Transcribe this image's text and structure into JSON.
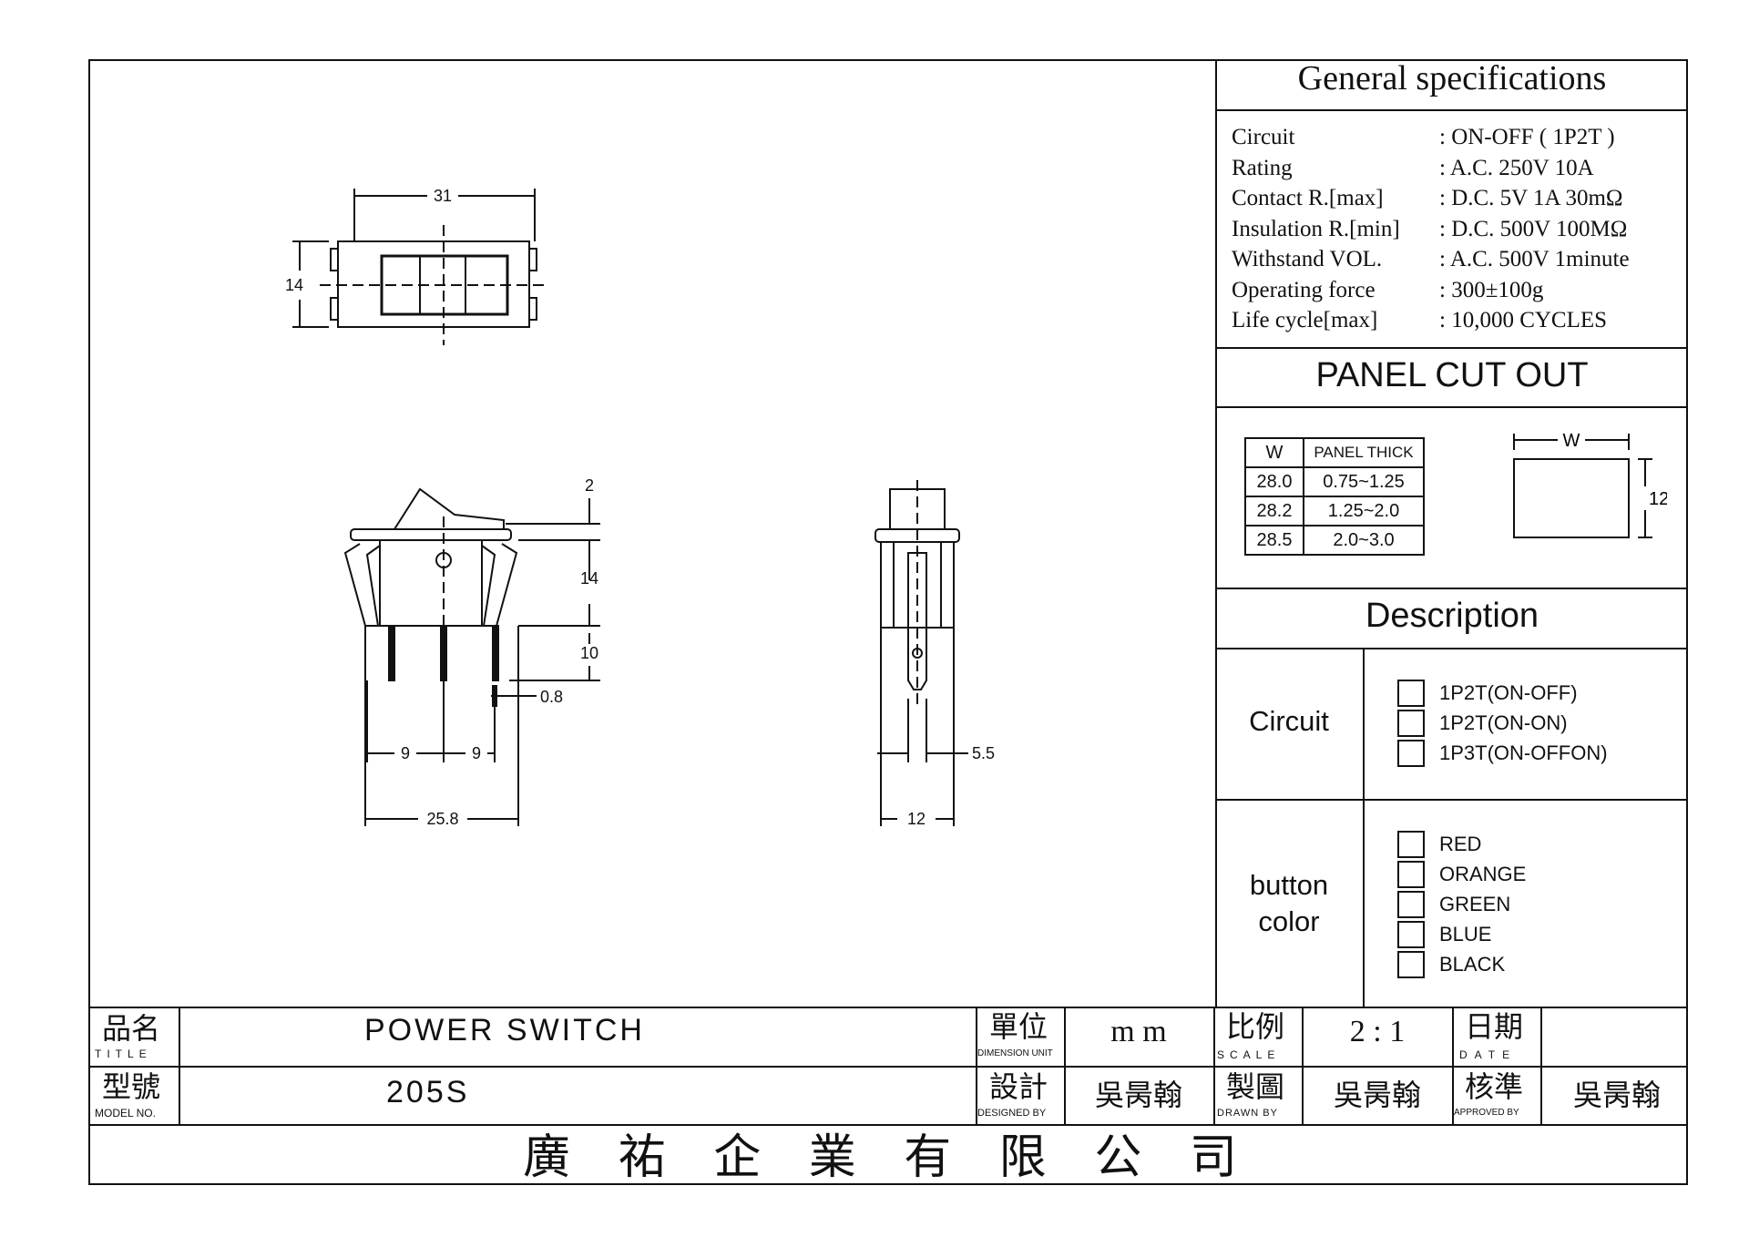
{
  "general_specs": {
    "title": "General specifications",
    "rows": [
      {
        "label": "Circuit",
        "value": ": ON-OFF ( 1P2T )"
      },
      {
        "label": "Rating",
        "value": ": A.C. 250V 10A"
      },
      {
        "label": "Contact R.[max]",
        "value": ": D.C. 5V 1A 30mΩ"
      },
      {
        "label": "Insulation R.[min]",
        "value": ": D.C. 500V 100MΩ"
      },
      {
        "label": "Withstand VOL.",
        "value": ": A.C. 500V 1minute"
      },
      {
        "label": "Operating force",
        "value": ": 300±100g"
      },
      {
        "label": "Life cycle[max]",
        "value": ": 10,000 CYCLES"
      }
    ]
  },
  "panel_cut_out": {
    "title": "PANEL CUT OUT",
    "headers": [
      "W",
      "PANEL THICK"
    ],
    "rows": [
      [
        "28.0",
        "0.75~1.25"
      ],
      [
        "28.2",
        "1.25~2.0"
      ],
      [
        "28.5",
        "2.0~3.0"
      ]
    ],
    "dim_w": "W",
    "dim_h": "12"
  },
  "description": {
    "title": "Description",
    "circuit_label": "Circuit",
    "circuit_options": [
      "1P2T(ON-OFF)",
      "1P2T(ON-ON)",
      "1P3T(ON-OFFON)"
    ],
    "color_label_1": "button",
    "color_label_2": "color",
    "color_options": [
      "RED",
      "ORANGE",
      "GREEN",
      "BLUE",
      "BLACK"
    ]
  },
  "dimensions": {
    "top_width": "31",
    "top_height": "14",
    "front_top": "2",
    "front_body": "14",
    "front_pins": "10",
    "pin_thickness": "0.8",
    "pin_pitch_1": "9",
    "pin_pitch_2": "9",
    "overall_width": "25.8",
    "side_pin_offset": "5.5",
    "side_width": "12"
  },
  "title_block": {
    "title_cjk": "品名",
    "title_en": "TITLE",
    "title_value": "POWER SWITCH",
    "unit_cjk": "單位",
    "unit_en": "DIMENSION UNIT",
    "unit_value": "m m",
    "scale_cjk": "比例",
    "scale_en": "SCALE",
    "scale_value": "2 : 1",
    "date_cjk": "日期",
    "date_en": "DATE",
    "date_value": "",
    "model_cjk": "型號",
    "model_en": "MODEL NO.",
    "model_value": "205S",
    "design_cjk": "設計",
    "design_en": "DESIGNED BY",
    "design_value": "吳昺翰",
    "drawn_cjk": "製圖",
    "drawn_en": "DRAWN BY",
    "drawn_value": "吳昺翰",
    "approved_cjk": "核準",
    "approved_en": "APPROVED BY",
    "approved_value": "吳昺翰",
    "company": "廣 祐 企 業 有 限 公 司"
  }
}
